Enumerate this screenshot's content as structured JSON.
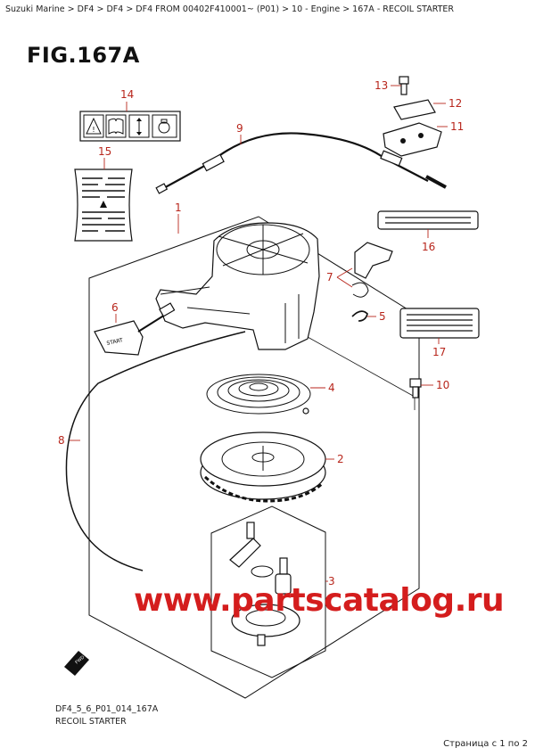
{
  "breadcrumb": "Suzuki Marine > DF4 > DF4 > DF4 FROM 00402F410001~ (P01) > 10 - Engine > 167A - RECOIL STARTER",
  "figure": {
    "title": "FIG.167A",
    "code": "DF4_5_6_P01_014_167A",
    "name": "RECOIL STARTER"
  },
  "watermark": "www.partscatalog.ru",
  "page_count": "Страница с 1 по 2",
  "start_label": "START",
  "fwd_label": "FWD",
  "callouts": {
    "c1": "1",
    "c2": "2",
    "c3": "3",
    "c4": "4",
    "c5": "5",
    "c6": "6",
    "c7": "7",
    "c8": "8",
    "c9": "9",
    "c10": "10",
    "c11": "11",
    "c12": "12",
    "c13": "13",
    "c14": "14",
    "c15": "15",
    "c16": "16",
    "c17": "17"
  },
  "colors": {
    "callout": "#b8261c",
    "watermark": "#d41d1d"
  }
}
